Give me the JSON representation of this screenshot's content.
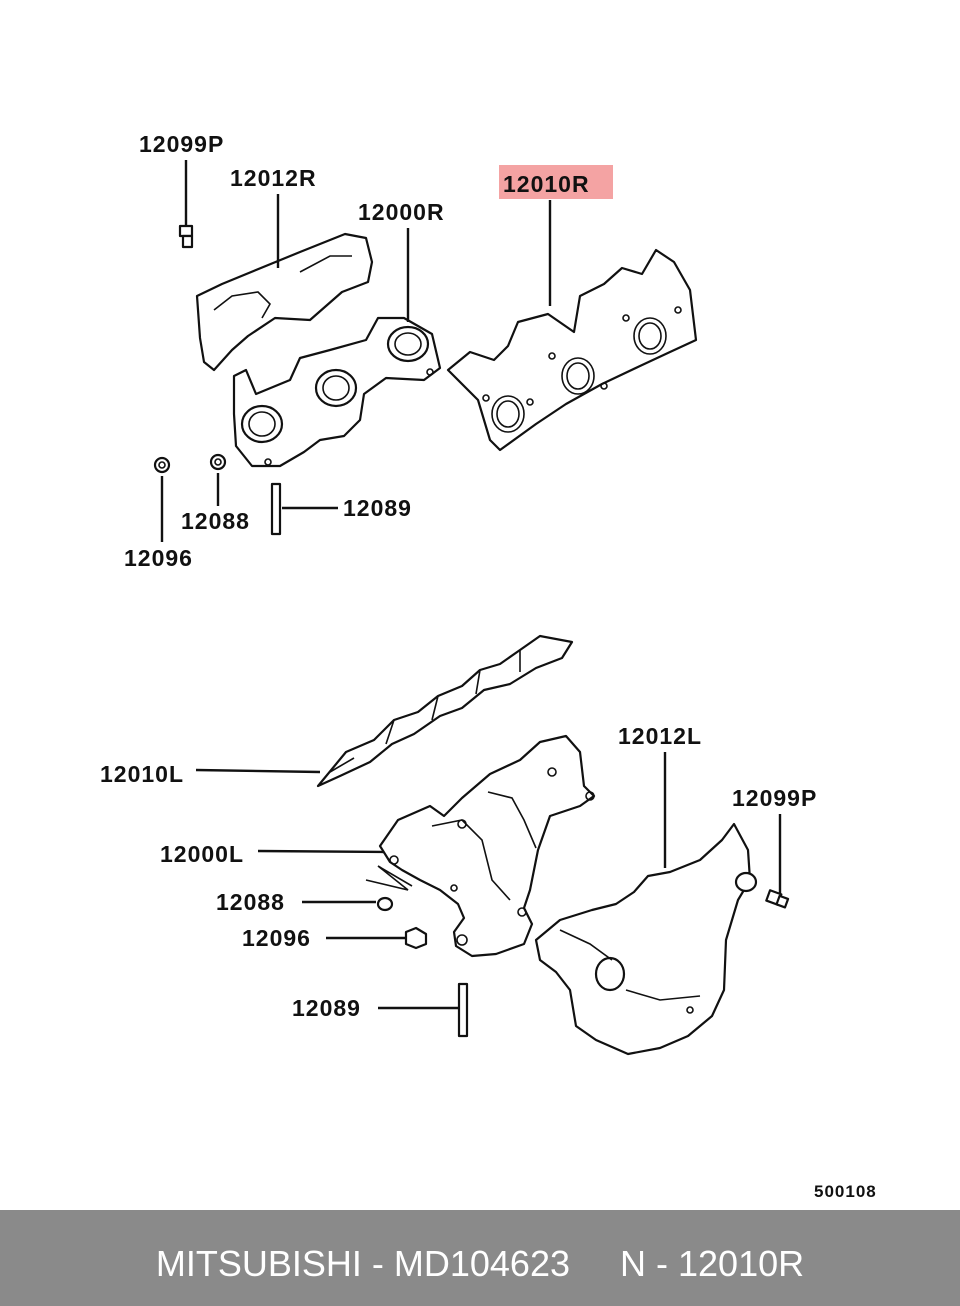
{
  "highlight_color": "#f4a3a3",
  "diagram": {
    "top_labels": {
      "bolt_r": "12099P",
      "heat_shield_r": "12012R",
      "manifold_r": "12000R",
      "gasket_r": "12010R",
      "nut_a": "12088",
      "stud_a": "12089",
      "nut_b": "12096"
    },
    "bottom_labels": {
      "gasket_l": "12010L",
      "heat_shield_l": "12012L",
      "bolt_l": "12099P",
      "manifold_l": "12000L",
      "nut_a": "12088",
      "nut_b": "12096",
      "stud_a": "12089"
    },
    "reference": "500108"
  },
  "footer": {
    "brand": "MITSUBISHI",
    "sep1": " - ",
    "part_number": "MD104623",
    "gap": "     ",
    "part_code": "N - 12010R"
  }
}
